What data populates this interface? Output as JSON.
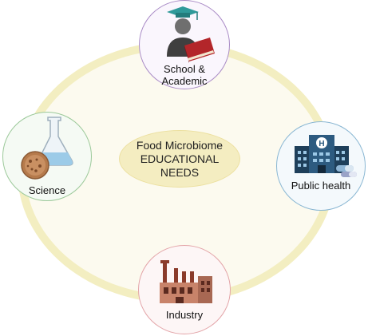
{
  "center": {
    "line1": "Food Microbiome",
    "line2": "EDUCATIONAL",
    "line3": "NEEDS"
  },
  "nodes": {
    "school": {
      "line1": "School &",
      "line2": "Academic",
      "icon": "graduate-with-book-icon"
    },
    "public_health": {
      "label": "Public health",
      "icon": "hospital-with-pills-icon"
    },
    "science": {
      "label": "Science",
      "icon": "flask-and-petri-dish-icon"
    },
    "industry": {
      "label": "Industry",
      "icon": "factory-icon"
    }
  },
  "colors": {
    "ring": "#f3eec1",
    "center_fill": "#f4edc1",
    "school_border": "#a98bc6",
    "public_health_border": "#8ab7d3",
    "science_border": "#9cc99a",
    "industry_border": "#e3a4a8"
  }
}
